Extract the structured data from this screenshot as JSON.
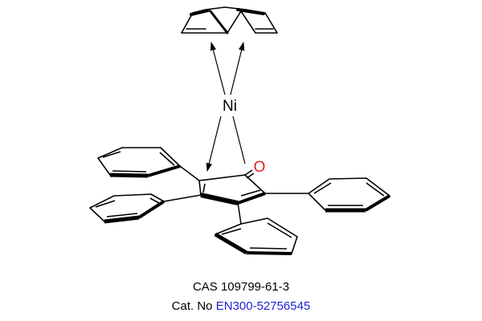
{
  "molecule": {
    "metal_label": "Ni",
    "oxygen_label": "O",
    "colors": {
      "bond": "#000000",
      "oxygen": "#e02020",
      "catalog_number": "#1f1fd8"
    }
  },
  "caption": {
    "cas_prefix": "CAS",
    "cas_number": "109799-61-3",
    "cat_prefix": "Cat. No",
    "cat_number": "EN300-52756545"
  }
}
